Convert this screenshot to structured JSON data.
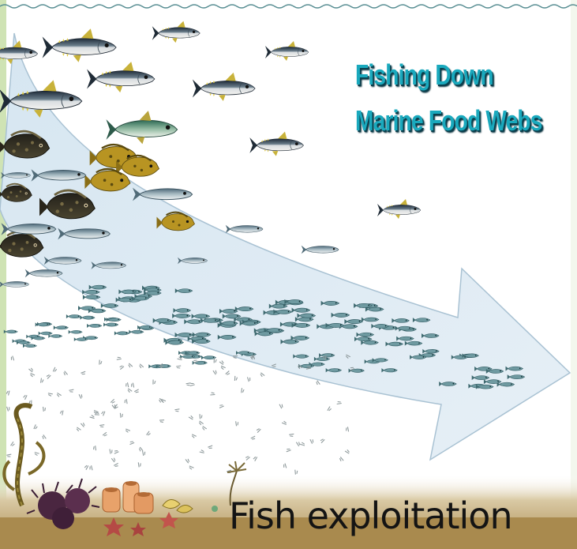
{
  "title": {
    "line1": "Fishing Down",
    "line2": "Marine Food Webs"
  },
  "caption": "Fish exploitation",
  "colors": {
    "title_text": "#1aa9bd",
    "title_shadow": "#0a3f4d",
    "arrow_fill": "#dce9f3",
    "seabed": "#a98a4e",
    "water_line": "#5a8f94",
    "frame": "#c7dfa9"
  },
  "icons": {
    "large-predator": "tuna-icon",
    "mid-level": "grouper-icon",
    "forage": "sardine-icon",
    "school": "small-fish-icon",
    "plankton": "zooplankton-icon",
    "benthic": "kelp-urchin-sponge-starfish-icons"
  }
}
